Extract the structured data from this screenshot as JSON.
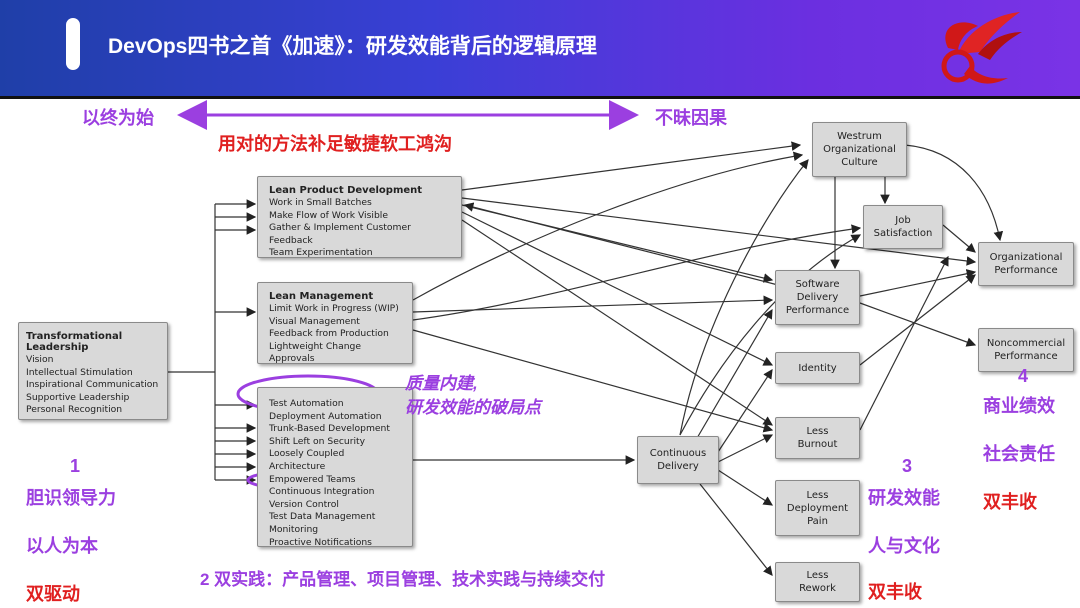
{
  "header": {
    "title": "DevOps四书之首《加速》：研发效能背后的逻辑原理"
  },
  "annotations": {
    "left_top": "以终为始",
    "right_top": "不昧因果",
    "subtitle": "用对的方法补足敏捷软工鸿沟",
    "quality": "质量内建,",
    "quality2": "研发效能的破局点",
    "n1": "1",
    "a1_line1": "胆识领导力",
    "a1_line2": "以人为本",
    "a1_line3": "双驱动",
    "bottom": "2 双实践：产品管理、项目管理、技术实践与持续交付",
    "n3": "3",
    "a3_line1": "研发效能",
    "a3_line2": "人与文化",
    "a3_line3": "双丰收",
    "n4": "4",
    "a4_line1": "商业绩效",
    "a4_line2": "社会责任",
    "a4_line3": "双丰收"
  },
  "boxes": {
    "leadership": {
      "title": "Transformational Leadership",
      "items": [
        "Vision",
        "Intellectual Stimulation",
        "Inspirational Communication",
        "Supportive Leadership",
        "Personal Recognition"
      ]
    },
    "lean_product": {
      "title": "Lean Product Development",
      "items": [
        "Work in Small Batches",
        "Make Flow of Work Visible",
        "Gather & Implement Customer Feedback",
        "Team Experimentation"
      ]
    },
    "lean_mgmt": {
      "title": "Lean Management",
      "items": [
        "Limit Work in Progress (WIP)",
        "Visual Management",
        "Feedback from Production",
        "Lightweight Change Approvals"
      ]
    },
    "tech": {
      "items": [
        "Test Automation",
        "Deployment Automation",
        "Trunk-Based Development",
        "Shift Left on Security",
        "Loosely Coupled Architecture",
        "Empowered Teams",
        "Continuous Integration",
        "Version Control",
        "Test Data Management",
        "Monitoring",
        "Proactive Notifications"
      ]
    },
    "cd": [
      "Continuous",
      "Delivery"
    ],
    "westrum": [
      "Westrum",
      "Organizational",
      "Culture"
    ],
    "job": [
      "Job",
      "Satisfaction"
    ],
    "sdp": [
      "Software",
      "Delivery",
      "Performance"
    ],
    "identity": [
      "Identity"
    ],
    "burnout": [
      "Less",
      "Burnout"
    ],
    "pain": [
      "Less",
      "Deployment",
      "Pain"
    ],
    "rework": [
      "Less",
      "Rework"
    ],
    "orgperf": [
      "Organizational",
      "Performance"
    ],
    "noncom": [
      "Noncommercial",
      "Performance"
    ]
  },
  "colors": {
    "header_start": "#1f3fa8",
    "header_end": "#7a33e6",
    "purple": "#9b3fe0",
    "red": "#e02020",
    "box_fill": "#d9d9d9"
  }
}
